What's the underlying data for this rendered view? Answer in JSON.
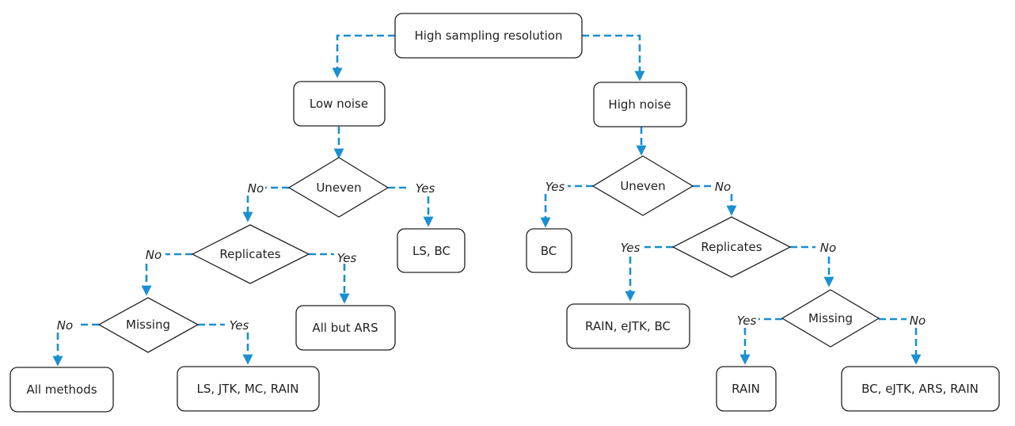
{
  "colors": {
    "connector": "#1a8fd1",
    "outline": "#222222",
    "text": "#222222"
  },
  "nodes": {
    "root": "High sampling resolution",
    "low_noise": "Low noise",
    "high_noise": "High noise",
    "uneven_left": "Uneven",
    "uneven_right": "Uneven",
    "replicates_left": "Replicates",
    "replicates_right": "Replicates",
    "missing_left": "Missing",
    "missing_right": "Missing",
    "ls_bc": "LS, BC",
    "bc": "BC",
    "all_but_ars": "All but ARS",
    "rain_ejtk_bc": "RAIN, eJTK, BC",
    "all_methods": "All methods",
    "ls_jtk_mc_rain": "LS, JTK, MC, RAIN",
    "rain": "RAIN",
    "bc_ejtk_ars_rain": "BC, eJTK, ARS, RAIN"
  },
  "edge_labels": {
    "uneven_left_no": "No",
    "uneven_left_yes": "Yes",
    "replicates_left_no": "No",
    "replicates_left_yes": "Yes",
    "missing_left_no": "No",
    "missing_left_yes": "Yes",
    "uneven_right_yes": "Yes",
    "uneven_right_no": "No",
    "replicates_right_yes": "Yes",
    "replicates_right_no": "No",
    "missing_right_yes": "Yes",
    "missing_right_no": "No"
  }
}
